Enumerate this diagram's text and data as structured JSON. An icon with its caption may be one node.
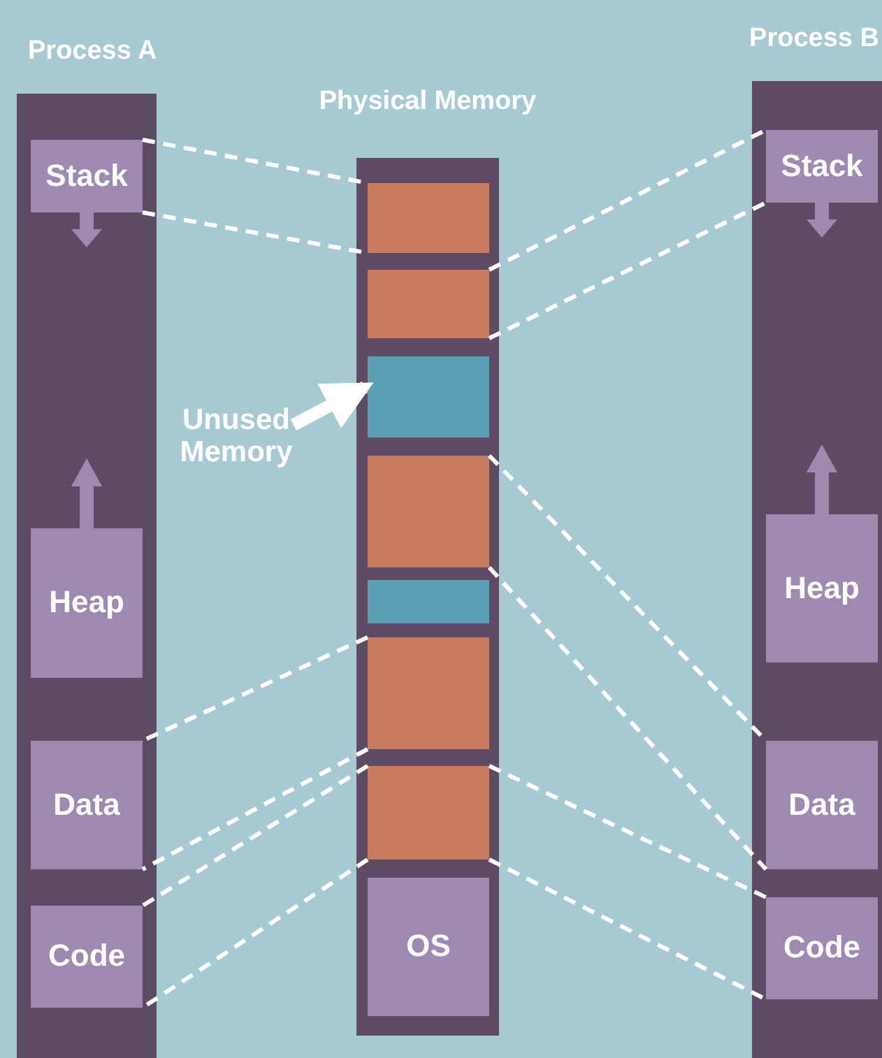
{
  "diagram": {
    "nodes": [
      {
        "text": [
          "Process A"
        ]
      },
      {
        "text": [
          "Stack"
        ],
        "in": 0
      },
      {
        "text": [
          "Heap"
        ],
        "in": 0
      },
      {
        "text": [
          "Data"
        ],
        "in": 0
      },
      {
        "text": [
          "Code"
        ],
        "in": 0
      },
      {
        "text": [
          "Physical Memory"
        ]
      },
      {
        "text": [],
        "shape": "box",
        "in": 5
      },
      {
        "text": [],
        "shape": "box",
        "in": 5
      },
      {
        "text": [],
        "shape": "box",
        "in": 5
      },
      {
        "text": [],
        "shape": "box",
        "in": 5
      },
      {
        "text": [],
        "shape": "box",
        "in": 5
      },
      {
        "text": [],
        "shape": "box",
        "in": 5
      },
      {
        "text": [],
        "shape": "box",
        "in": 5
      },
      {
        "text": [
          "OS"
        ],
        "in": 5
      },
      {
        "text": [
          "Process B"
        ]
      },
      {
        "text": [
          "Stack"
        ],
        "in": 14
      },
      {
        "text": [
          "Heap"
        ],
        "in": 14
      },
      {
        "text": [
          "Data"
        ],
        "in": 14
      },
      {
        "text": [
          "Code"
        ],
        "in": 14
      },
      {
        "text": [
          "Unused Memory"
        ]
      }
    ],
    "edges": [
      {
        "from": 1,
        "to": 6,
        "arrow": "none",
        "style": "dashed"
      },
      {
        "from": 1,
        "to": 6,
        "arrow": "none",
        "style": "dashed"
      },
      {
        "from": 7,
        "to": 15,
        "arrow": "none",
        "style": "dashed"
      },
      {
        "from": 7,
        "to": 15,
        "arrow": "none",
        "style": "dashed"
      },
      {
        "from": 9,
        "to": 17,
        "arrow": "none",
        "style": "dashed"
      },
      {
        "from": 9,
        "to": 17,
        "arrow": "none",
        "style": "dashed"
      },
      {
        "from": 11,
        "to": 3,
        "arrow": "none",
        "style": "dashed"
      },
      {
        "from": 11,
        "to": 3,
        "arrow": "none",
        "style": "dashed"
      },
      {
        "from": 12,
        "to": 4,
        "arrow": "none",
        "style": "dashed"
      },
      {
        "from": 12,
        "to": 4,
        "arrow": "none",
        "style": "dashed"
      },
      {
        "from": 12,
        "to": 18,
        "arrow": "none",
        "style": "dashed"
      },
      {
        "from": 12,
        "to": 18,
        "arrow": "none",
        "style": "dashed"
      },
      {
        "from": 19,
        "to": 8,
        "arrow": "to",
        "style": "thick"
      }
    ]
  }
}
